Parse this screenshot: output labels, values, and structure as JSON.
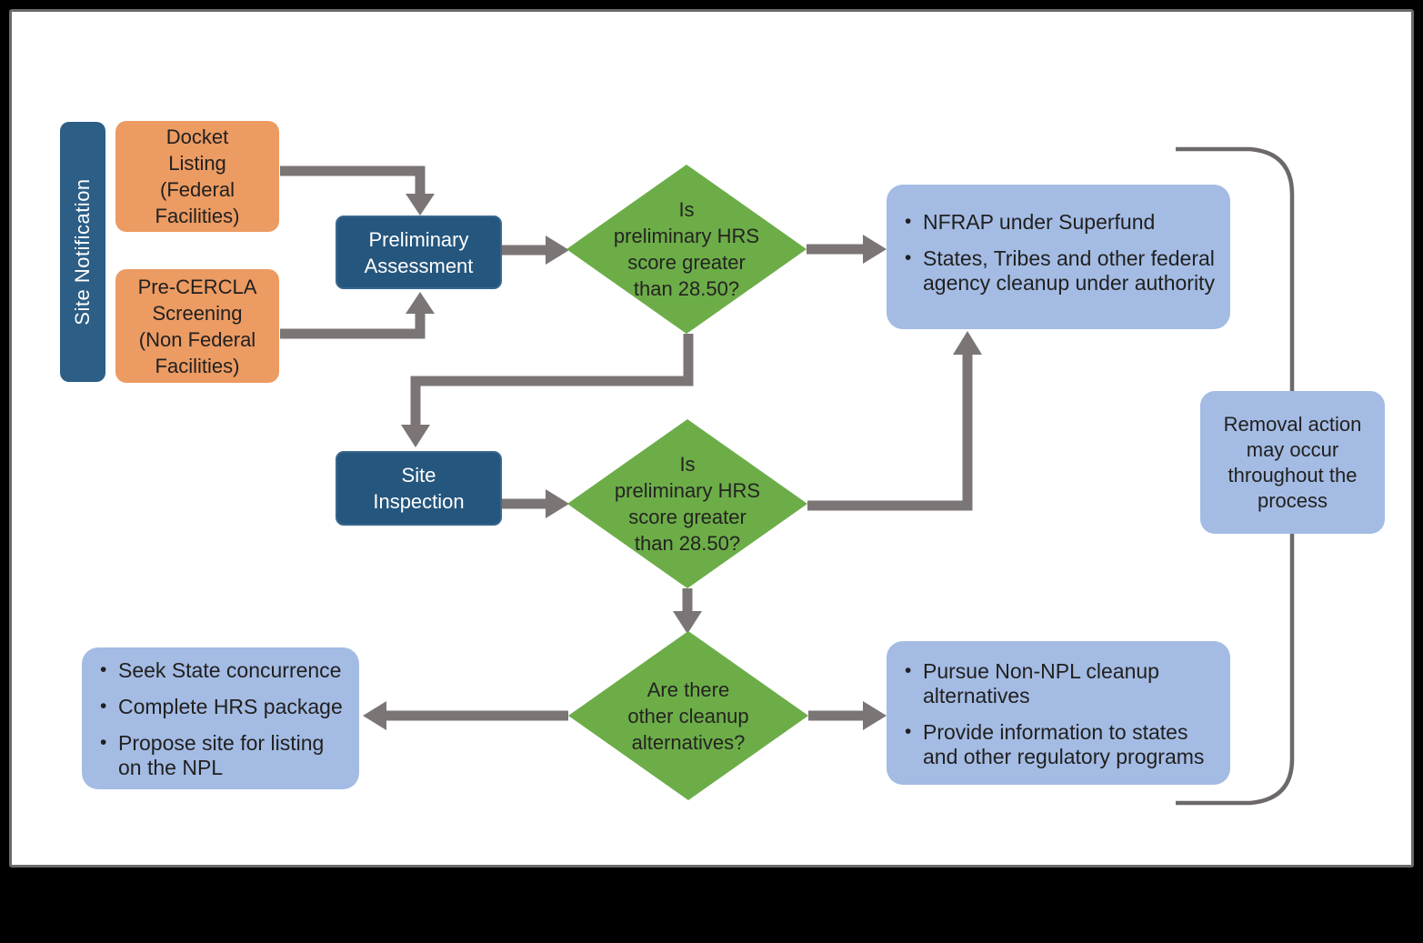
{
  "frame": {
    "canvas_background": "#FFFFFF",
    "outer_background": "#000000",
    "border_color": "#6E6A6A"
  },
  "site_notification": {
    "label": "Site Notification"
  },
  "process_boxes": {
    "docket_listing": {
      "label": "Docket\nListing\n(Federal\nFacilities)"
    },
    "pre_cercla": {
      "label": "Pre-CERCLA\nScreening\n(Non Federal\nFacilities)"
    },
    "preliminary_assessment": {
      "label": "Preliminary\nAssessment"
    },
    "site_inspection": {
      "label": "Site\nInspection"
    }
  },
  "decisions": {
    "hrs_score_1": {
      "label": "Is\npreliminary HRS\nscore greater\nthan 28.50?"
    },
    "hrs_score_2": {
      "label": "Is\npreliminary HRS\nscore greater\nthan 28.50?"
    },
    "cleanup_alternatives": {
      "label": "Are there\nother cleanup\nalternatives?"
    }
  },
  "outcome_boxes": {
    "nfrap": {
      "bullets": [
        "NFRAP under Superfund",
        "States, Tribes and other federal\nagency cleanup under authority"
      ]
    },
    "npl_listing": {
      "bullets": [
        "Seek State concurrence",
        "Complete HRS package",
        "Propose site for listing\non the NPL"
      ]
    },
    "non_npl": {
      "bullets": [
        "Pursue Non-NPL cleanup\nalternatives",
        "Provide information to states\nand other regulatory programs"
      ]
    }
  },
  "note": {
    "removal_action": "Removal action\nmay occur\nthroughout the\nprocess"
  },
  "colors": {
    "orange": "#EC9B62",
    "dark_blue": "#25567D",
    "bar_blue": "#2C5E86",
    "green": "#6CAD48",
    "light_blue": "#A4BCE4",
    "arrow_gray": "#7B7575",
    "bracket_gray": "#6E6969",
    "text_dark": "#212020"
  }
}
